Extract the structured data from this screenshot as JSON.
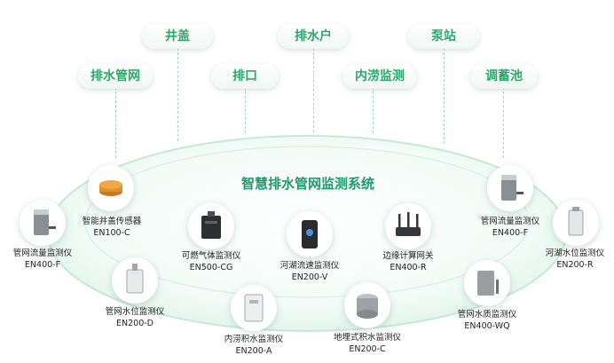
{
  "system_title": "智慧排水管网监测系统",
  "top_categories": [
    "井盖",
    "排水户",
    "泵站"
  ],
  "mid_categories": [
    "排水管网",
    "排口",
    "内涝监测",
    "调蓄池"
  ],
  "devices": [
    {
      "name": "智能井盖传感器",
      "model": "EN100-C",
      "icon": "manhole-sensor-icon"
    },
    {
      "name": "管网流量监测仪",
      "model": "EN400-F",
      "icon": "flow-meter-icon"
    },
    {
      "name": "可燃气体监测仪",
      "model": "EN500-CG",
      "icon": "gas-detector-icon"
    },
    {
      "name": "河湖流速监测仪",
      "model": "EN200-V",
      "icon": "flow-velocity-icon"
    },
    {
      "name": "边缘计算网关",
      "model": "EN400-R",
      "icon": "gateway-router-icon"
    },
    {
      "name": "管网流量监测仪",
      "model": "EN400-F",
      "icon": "flow-meter-icon"
    },
    {
      "name": "河湖水位监测仪",
      "model": "EN200-R",
      "icon": "radar-level-icon"
    },
    {
      "name": "管网水位监测仪",
      "model": "EN200-D",
      "icon": "water-level-icon"
    },
    {
      "name": "内涝积水监测仪",
      "model": "EN200-A",
      "icon": "waterlogging-icon"
    },
    {
      "name": "地埋式积水监测仪",
      "model": "EN200-C",
      "icon": "buried-sensor-icon"
    },
    {
      "name": "管网水质监测仪",
      "model": "EN400-WQ",
      "icon": "water-quality-icon"
    }
  ]
}
